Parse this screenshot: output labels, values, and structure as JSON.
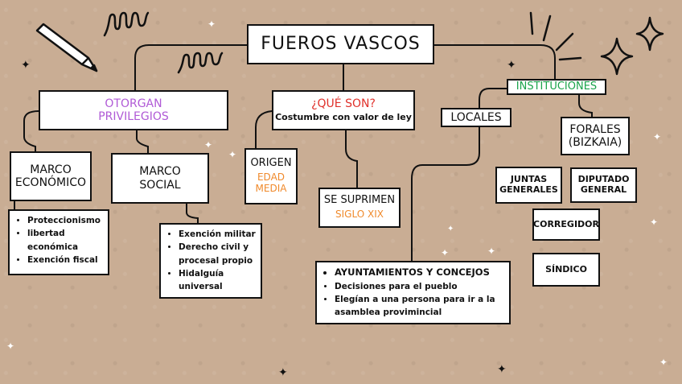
{
  "title": "FUEROS VASCOS",
  "otorgan": {
    "line1": "OTORGAN",
    "line2": "PRIVILEGIOS",
    "color": "#b05ad6"
  },
  "que_son": {
    "question": "¿QUÉ SON?",
    "answer": "Costumbre con valor de ley",
    "color": "#e0312b"
  },
  "instituciones": {
    "label": "INSTITUCIONES",
    "color": "#1aa34a"
  },
  "locales": "LOCALES",
  "forales": {
    "line1": "FORALES",
    "line2": "(BIZKAIA)"
  },
  "marco_economico": {
    "line1": "MARCO",
    "line2": "ECONÓMICO"
  },
  "marco_social": {
    "line1": "MARCO",
    "line2": "SOCIAL"
  },
  "origen": {
    "label": "ORIGEN",
    "line1": "EDAD",
    "line2": "MEDIA",
    "color": "#f08a2c"
  },
  "se_suprimen": {
    "label": "SE SUPRIMEN",
    "detail": "SIGLO XIX",
    "color": "#f08a2c"
  },
  "economico_list": [
    "Proteccionismo",
    "libertad económica",
    "Exención fiscal"
  ],
  "social_list": [
    "Exención militar",
    "Derecho civil y procesal propio",
    "Hidalguía universal"
  ],
  "locales_list": {
    "heading": "AYUNTAMIENTOS Y CONCEJOS",
    "items": [
      "Decisiones para el pueblo",
      "Elegían a una persona para ir a la asamblea provimincial"
    ]
  },
  "juntas": {
    "line1": "JUNTAS",
    "line2": "GENERALES"
  },
  "diputado": {
    "line1": "DIPUTADO",
    "line2": "GENERAL"
  },
  "corregidor": "CORREGIDOR",
  "sindico": "SÍNDICO"
}
